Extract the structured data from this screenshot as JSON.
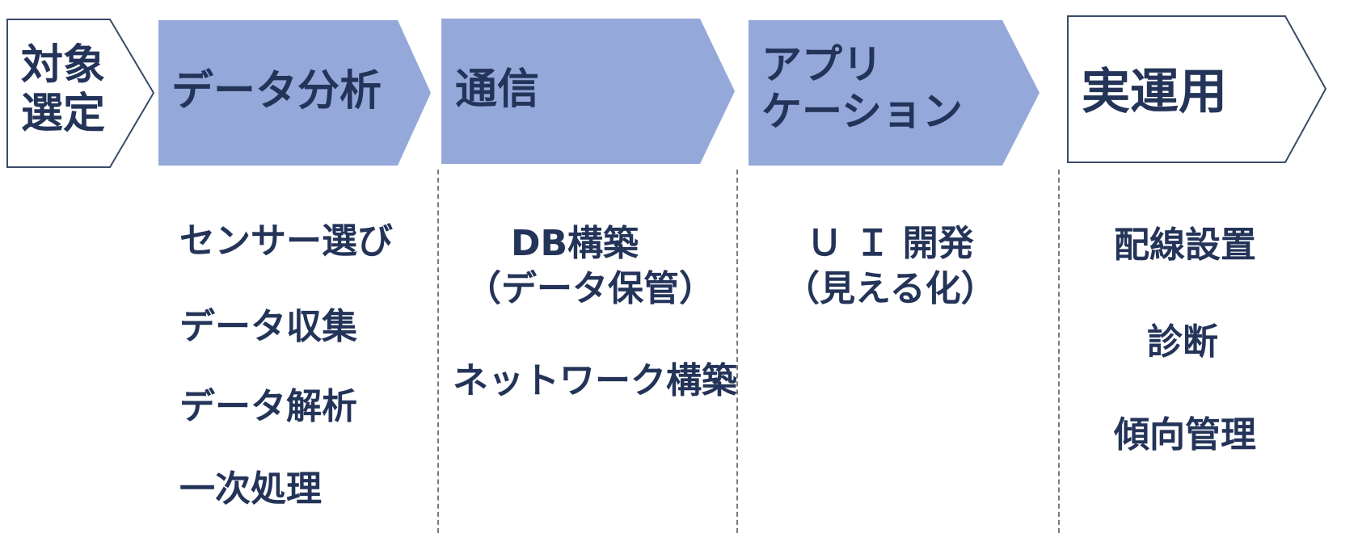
{
  "colors": {
    "stage_fill": "#94a8da",
    "outline": "#3a4a6a",
    "text": "#243459",
    "divider": "#7a7a7a"
  },
  "stages": [
    {
      "label_lines": [
        "対象",
        "選定"
      ],
      "style": "outline"
    },
    {
      "label_lines": [
        "データ分析"
      ],
      "style": "filled"
    },
    {
      "label_lines": [
        "通信"
      ],
      "style": "filled"
    },
    {
      "label_lines": [
        "アプリ",
        "ケーション"
      ],
      "style": "filled"
    },
    {
      "label_lines": [
        "実運用"
      ],
      "style": "outline"
    }
  ],
  "columns": {
    "analysis": [
      "センサー選び",
      "データ収集",
      "データ解析",
      "一次処理"
    ],
    "communication": [
      "DB構築",
      "（データ保管）",
      "ネットワーク構築"
    ],
    "application": [
      "Ｕ Ｉ 開発",
      "（見える化）"
    ],
    "operation": [
      "配線設置",
      "診断",
      "傾向管理"
    ]
  }
}
